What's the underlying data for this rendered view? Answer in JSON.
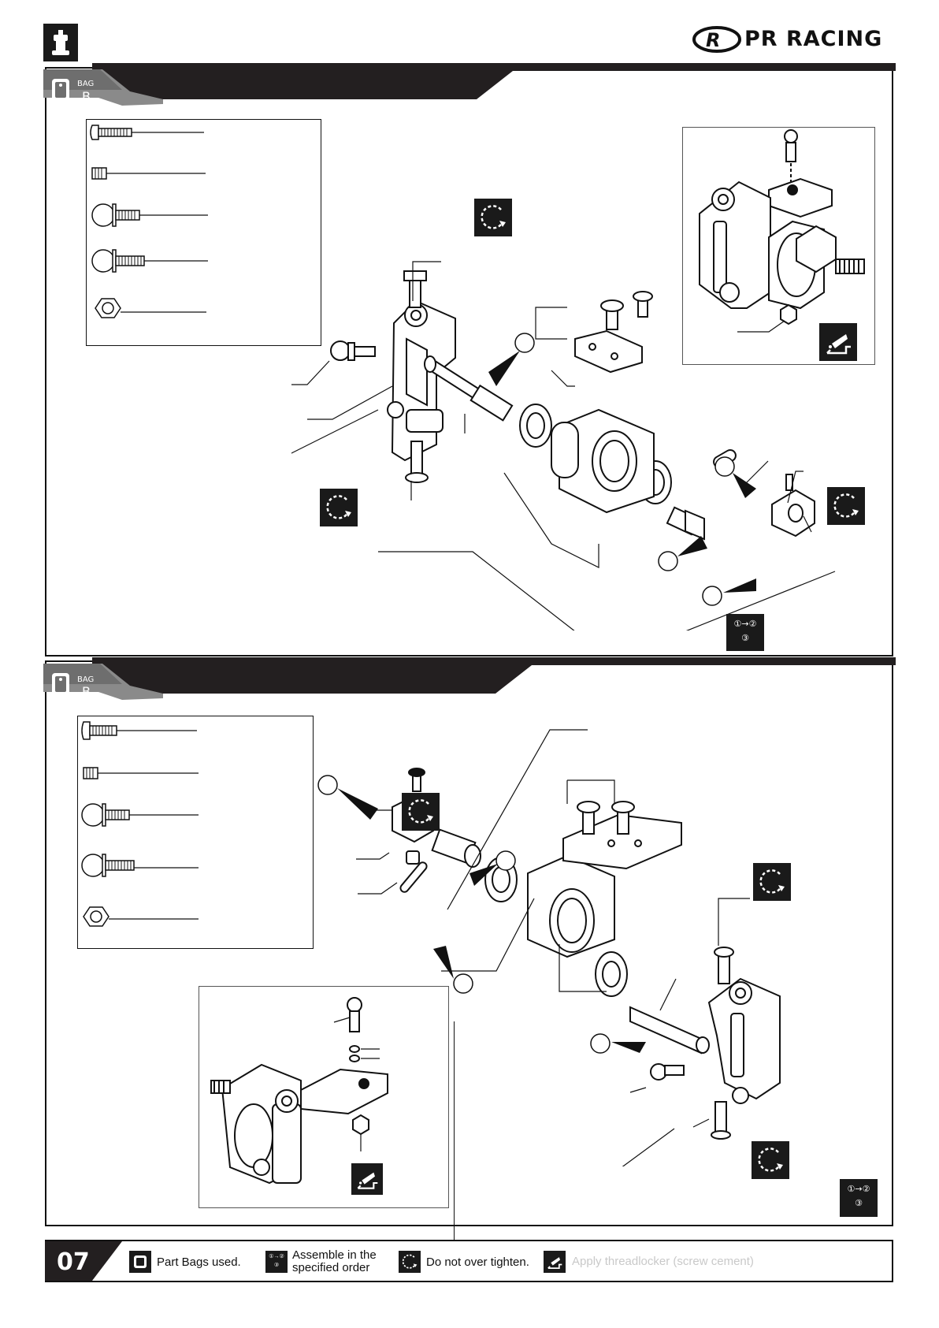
{
  "brand": {
    "name": "PR RACING"
  },
  "steps": [
    {
      "bag": {
        "label": "BAG",
        "letter": "B"
      },
      "order_badge": [
        "①→②",
        "③"
      ]
    },
    {
      "bag": {
        "label": "BAG",
        "letter": "B"
      },
      "order_badge": [
        "①→②",
        "③"
      ]
    }
  ],
  "footer": {
    "page_number": "07",
    "legend": [
      {
        "icon": "part-bag-icon",
        "text": "Part Bags used."
      },
      {
        "icon": "assembly-order-icon",
        "text": "Assemble in the specified order"
      },
      {
        "icon": "do-not-overtighten-icon",
        "text": "Do not over tighten."
      },
      {
        "icon": "threadlocker-icon",
        "text": "Apply threadlocker (screw cement)"
      }
    ]
  },
  "colors": {
    "ink": "#111111",
    "banner": "#231f20",
    "faint_text": "#c9c9c9"
  }
}
